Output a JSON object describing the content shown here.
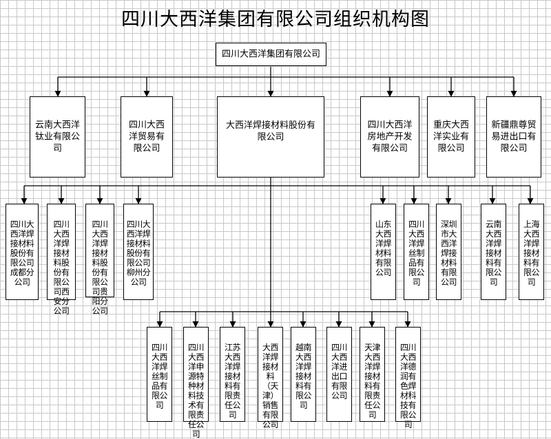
{
  "title": "四川大西洋集团有限公司组织机构图",
  "root": "四川大西洋集团有限公司",
  "level1": [
    "云南大西洋钛业有限公司",
    "四川大西洋贸易有限公司",
    "大西洋焊接材料股份有限公司",
    "四川大西洋房地产开发有限公司",
    "重庆大西洋实业有限公司",
    "新疆鼎尊贸易进出口有限公司"
  ],
  "branches": [
    "四川大西洋焊接材料股份有限公司成都分公司",
    "四川大西洋焊接材料股份有限公司西安分公司",
    "四川大西洋焊接材料股份有限公司贵阳分公司",
    "四川大西洋焊接材料股份有限公司柳州分公司",
    "山东大西洋焊材料有限公司",
    "四川大西洋焊丝制品有限公司",
    "深圳市大西洋焊接材料有限公司",
    "云南大西洋焊接材料有限公司",
    "上海大西洋焊接材料有限公司"
  ],
  "subsidiaries": [
    "四川大西洋焊丝制品有限公司",
    "四川大西洋申源特种材料技术有限责任公司",
    "江苏大西洋焊接材料有限责任公司",
    "大西洋焊接材料（天津）销售有限公司",
    "越南大西洋焊接材料有限公司",
    "四川大西洋进出口有限公司",
    "天津大西洋焊接材料有限责任公司",
    "四川大西洋德润有色焊材科技有限公司"
  ]
}
